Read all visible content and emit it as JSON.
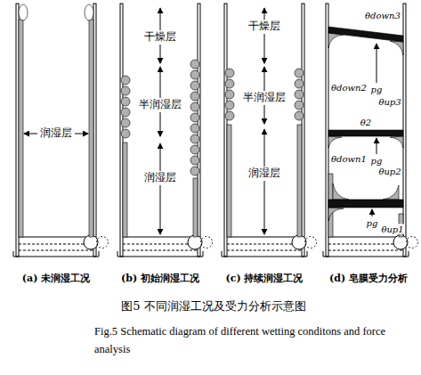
{
  "diagram": {
    "caption": "图5 不同润湿工况及受力分析示意图",
    "labels": [
      "润湿层",
      "干燥层",
      "半润湿层",
      "润湿层",
      "干燥层",
      "半润湿层",
      "润湿层",
      "θdown3",
      "θup3",
      "θdown2",
      "pg",
      "θ2",
      "θup2",
      "θdown1",
      "pg",
      "θup1",
      "pg",
      "(a) 未润湿工况",
      "(b) 初始润湿工况",
      "(c) 持续润湿工况",
      "(d) 皂膜受力分析",
      "Fig.5 Schematic diagram of different wetting conditons and force analysis"
    ]
  }
}
